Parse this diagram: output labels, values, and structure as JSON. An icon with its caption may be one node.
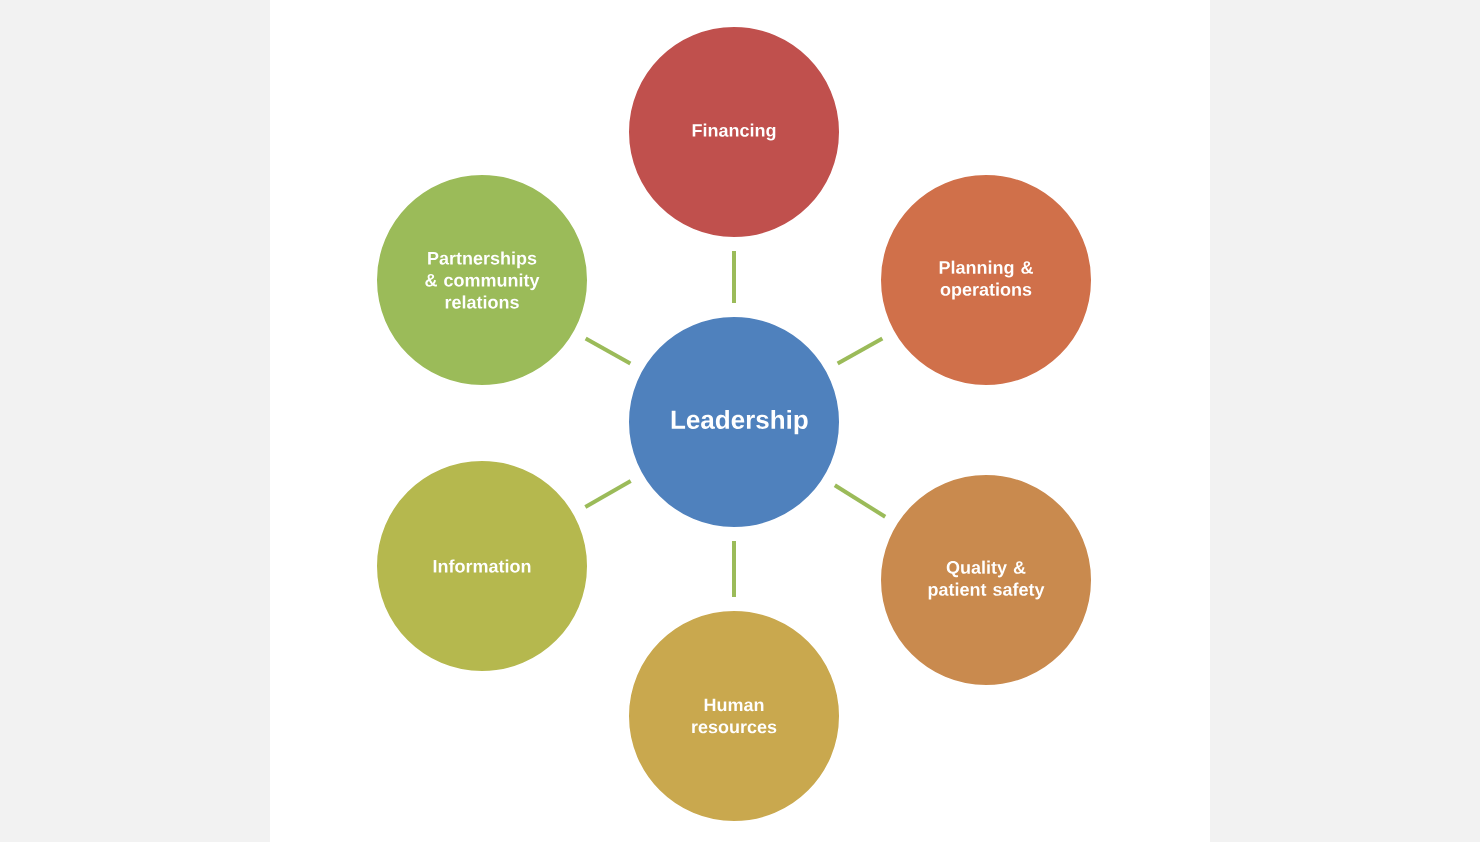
{
  "diagram": {
    "nodes": [
      {
        "text": [
          "Financing"
        ]
      },
      {
        "text": [
          "Partnerships & community relations"
        ]
      },
      {
        "text": [
          "Planning & operations"
        ]
      },
      {
        "text": [
          "Leadership"
        ]
      },
      {
        "text": [
          "Information"
        ]
      },
      {
        "text": [
          "Quality & patient safety"
        ]
      },
      {
        "text": [
          "Human resources"
        ]
      }
    ],
    "edges": [
      {
        "from": 3,
        "to": 0,
        "arrow": "none"
      },
      {
        "from": 3,
        "to": 2,
        "arrow": "none"
      },
      {
        "from": 3,
        "to": 5,
        "arrow": "none"
      },
      {
        "from": 3,
        "to": 6,
        "arrow": "none"
      },
      {
        "from": 3,
        "to": 4,
        "arrow": "none"
      },
      {
        "from": 3,
        "to": 1,
        "arrow": "none"
      }
    ]
  }
}
